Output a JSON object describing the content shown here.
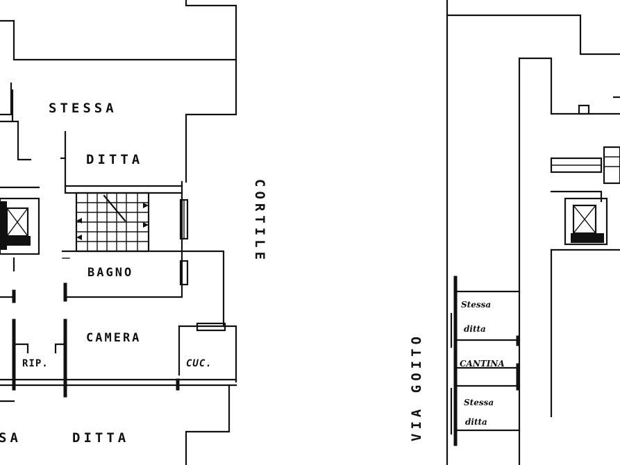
{
  "labels": {
    "stessa_top": "STESSA",
    "ditta_top": "DITTA",
    "bagno": "BAGNO",
    "camera": "CAMERA",
    "rip": "RIP.",
    "cuc": "CUC.",
    "sa_bottom": "SA",
    "ditta_bottom": "DITTA",
    "cortile": "CORTILE",
    "via_goito": "VIA  GOITO",
    "stessa_ditta_1_a": "Stessa",
    "stessa_ditta_1_b": "ditta",
    "cantina": "CANTINA",
    "stessa_ditta_2_a": "Stessa",
    "stessa_ditta_2_b": "ditta"
  }
}
